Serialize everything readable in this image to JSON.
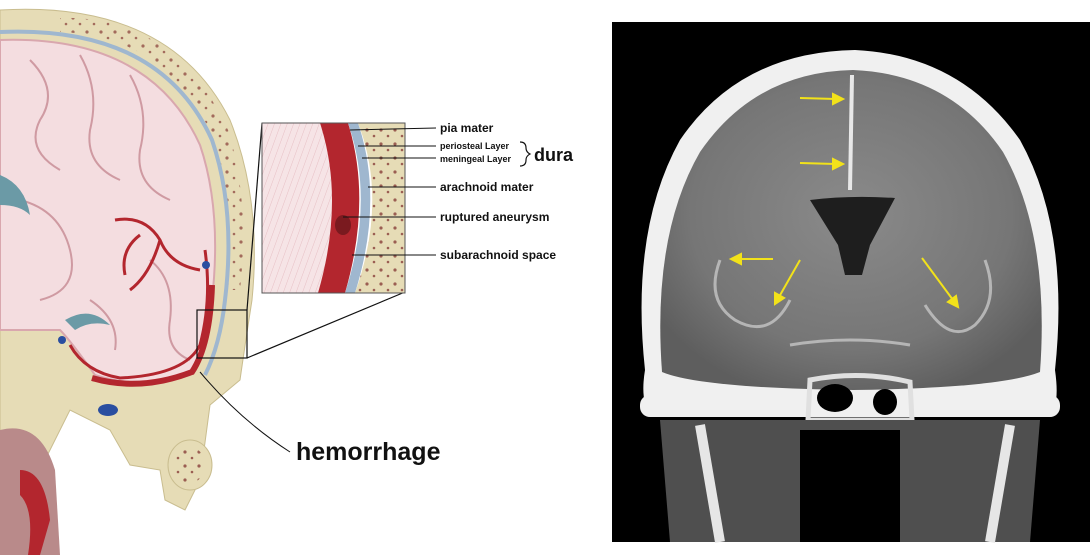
{
  "labels": {
    "pia_mater": "pia mater",
    "periosteal_layer": "periosteal Layer",
    "meningeal_layer": "meningeal Layer",
    "dura": "dura",
    "arachnoid_mater": "arachnoid mater",
    "ruptured_aneurysm": "ruptured aneurysm",
    "subarachnoid_space": "subarachnoid space",
    "hemorrhage": "hemorrhage"
  },
  "colors": {
    "bone": "#e6dcb6",
    "brain": "#f4dde0",
    "blood": "#b3262e",
    "annotation_arrow": "#f2e21a",
    "ct_background": "#000000"
  },
  "ct_scan": {
    "arrow_count": 5
  }
}
